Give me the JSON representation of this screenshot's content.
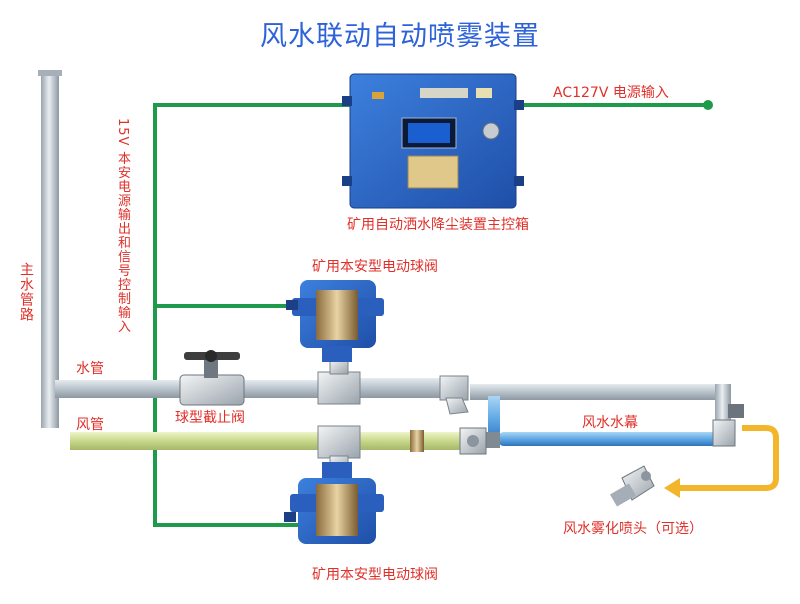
{
  "title": "风水联动自动喷雾装置",
  "labels": {
    "power_input": "AC127V 电源输入",
    "control_box": "矿用自动洒水降尘装置主控箱",
    "valve_top": "矿用本安型电动球阀",
    "valve_bottom": "矿用本安型电动球阀",
    "signal_line": "15V 本安电源输出和信号控制输入",
    "main_pipe": "主水管路",
    "water_pipe": "水管",
    "air_pipe": "风管",
    "stop_valve": "球型截止阀",
    "water_air_hose": "风水水幕",
    "nozzle": "风水雾化喷头（可选）"
  },
  "colors": {
    "title": "#2d62d8",
    "label": "#e0302a",
    "signal_wire": "#1e9a4a",
    "water_pipe": "#b9c4cf",
    "air_pipe": "#c8d88a",
    "blue_hose": "#3f8fd8",
    "box": "#2a66c9",
    "arrow": "#f3b52a"
  }
}
